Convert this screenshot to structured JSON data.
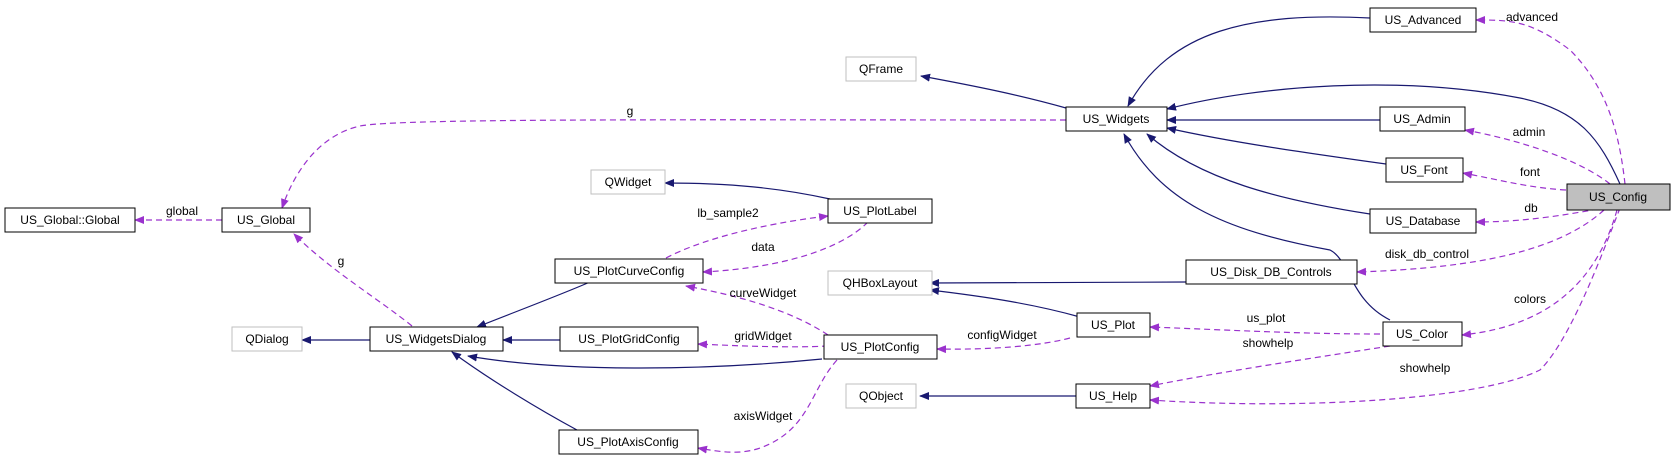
{
  "colors": {
    "inheritance": "#191970",
    "usage": "#9a32cd",
    "external_border": "#bfbfbf",
    "focus_fill": "#bfbfbf"
  },
  "nodes": {
    "us_global_global": "US_Global::Global",
    "us_global": "US_Global",
    "qdialog": "QDialog",
    "us_widgetsdialog": "US_WidgetsDialog",
    "qwidget": "QWidget",
    "us_plotcurveconfig": "US_PlotCurveConfig",
    "us_plotgridconfig": "US_PlotGridConfig",
    "us_plotaxisconfig": "US_PlotAxisConfig",
    "us_plotlabel": "US_PlotLabel",
    "us_plotconfig": "US_PlotConfig",
    "qframe": "QFrame",
    "us_widgets": "US_Widgets",
    "qhboxlayout": "QHBoxLayout",
    "us_plot": "US_Plot",
    "qobject": "QObject",
    "us_help": "US_Help",
    "us_disk_db_controls": "US_Disk_DB_Controls",
    "us_advanced": "US_Advanced",
    "us_admin": "US_Admin",
    "us_font": "US_Font",
    "us_database": "US_Database",
    "us_color": "US_Color",
    "us_config": "US_Config"
  },
  "edge_labels": {
    "global": "global",
    "g_top": "g",
    "g_dialog": "g",
    "lb_sample2": "lb_sample2",
    "data": "data",
    "curvewidget": "curveWidget",
    "gridwidget": "gridWidget",
    "axiswidget": "axisWidget",
    "configwidget": "configWidget",
    "us_plot": "us_plot",
    "showhelp_color": "showhelp",
    "showhelp_config": "showhelp",
    "advanced": "advanced",
    "admin": "admin",
    "font": "font",
    "db": "db",
    "disk_db_control": "disk_db_control",
    "colors": "colors"
  }
}
